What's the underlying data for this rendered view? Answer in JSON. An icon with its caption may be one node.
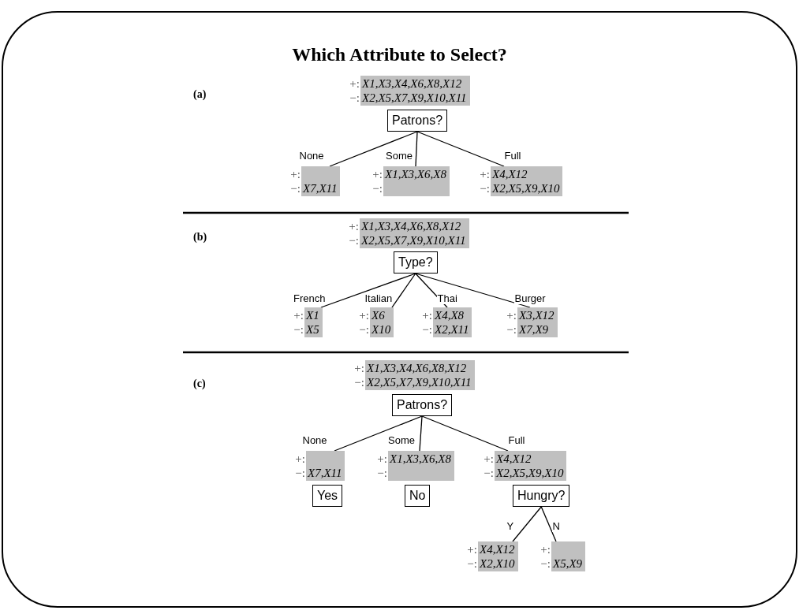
{
  "diagram": {
    "title": "Which Attribute to Select?",
    "nodes": [
      {
        "text": [
          "X1,X3,X4,X6,X8,X12",
          "X2,X5,X7,X9,X10,X11"
        ],
        "beside": [
          "+:",
          "−:"
        ]
      },
      {
        "text": [
          "Patrons?"
        ]
      },
      {
        "text": [
          "X7,X11"
        ],
        "beside": [
          "+:",
          "−:"
        ]
      },
      {
        "text": [
          "X1,X3,X6,X8"
        ],
        "beside": [
          "+:",
          "−:"
        ]
      },
      {
        "text": [
          "X4,X12",
          "X2,X5,X9,X10"
        ],
        "beside": [
          "+:",
          "−:"
        ]
      },
      {
        "text": [
          "X1,X3,X4,X6,X8,X12",
          "X2,X5,X7,X9,X10,X11"
        ],
        "beside": [
          "+:",
          "−:"
        ]
      },
      {
        "text": [
          "Type?"
        ]
      },
      {
        "text": [
          "X1",
          "X5"
        ],
        "beside": [
          "+:",
          "−:"
        ]
      },
      {
        "text": [
          "X6",
          "X10"
        ],
        "beside": [
          "+:",
          "−:"
        ]
      },
      {
        "text": [
          "X4,X8",
          "X2,X11"
        ],
        "beside": [
          "+:",
          "−:"
        ]
      },
      {
        "text": [
          "X3,X12",
          "X7,X9"
        ],
        "beside": [
          "+:",
          "−:"
        ]
      },
      {
        "text": [
          "X1,X3,X4,X6,X8,X12",
          "X2,X5,X7,X9,X10,X11"
        ],
        "beside": [
          "+:",
          "−:"
        ]
      },
      {
        "text": [
          "Patrons?"
        ]
      },
      {
        "text": [
          "X7,X11"
        ],
        "beside": [
          "+:",
          "−:"
        ]
      },
      {
        "text": [
          "X1,X3,X6,X8"
        ],
        "beside": [
          "+:",
          "−:"
        ]
      },
      {
        "text": [
          "X4,X12",
          "X2,X5,X9,X10"
        ],
        "beside": [
          "+:",
          "−:"
        ]
      },
      {
        "text": [
          "Yes"
        ]
      },
      {
        "text": [
          "No"
        ]
      },
      {
        "text": [
          "Hungry?"
        ]
      },
      {
        "text": [
          "X4,X12",
          "X2,X10"
        ],
        "beside": [
          "+:",
          "−:"
        ]
      },
      {
        "text": [
          "X5,X9"
        ],
        "beside": [
          "+:",
          "−:"
        ]
      }
    ],
    "edges": [
      {
        "from": 1,
        "to": 2,
        "arrow": "none",
        "label": "None"
      },
      {
        "from": 1,
        "to": 3,
        "arrow": "none",
        "label": "Some"
      },
      {
        "from": 1,
        "to": 4,
        "arrow": "none",
        "label": "Full"
      },
      {
        "from": 6,
        "to": 7,
        "arrow": "none",
        "label": "French"
      },
      {
        "from": 6,
        "to": 8,
        "arrow": "none",
        "label": "Italian"
      },
      {
        "from": 6,
        "to": 9,
        "arrow": "none",
        "label": "Thai"
      },
      {
        "from": 6,
        "to": 10,
        "arrow": "none",
        "label": "Burger"
      },
      {
        "from": 12,
        "to": 13,
        "arrow": "none",
        "label": "None"
      },
      {
        "from": 12,
        "to": 14,
        "arrow": "none",
        "label": "Some"
      },
      {
        "from": 12,
        "to": 15,
        "arrow": "none",
        "label": "Full"
      },
      {
        "from": 18,
        "to": 19,
        "arrow": "none",
        "label": "Y"
      },
      {
        "from": 18,
        "to": 20,
        "arrow": "none",
        "label": "N"
      }
    ],
    "labels": [
      "(a)",
      "(b)",
      "(c)"
    ]
  }
}
